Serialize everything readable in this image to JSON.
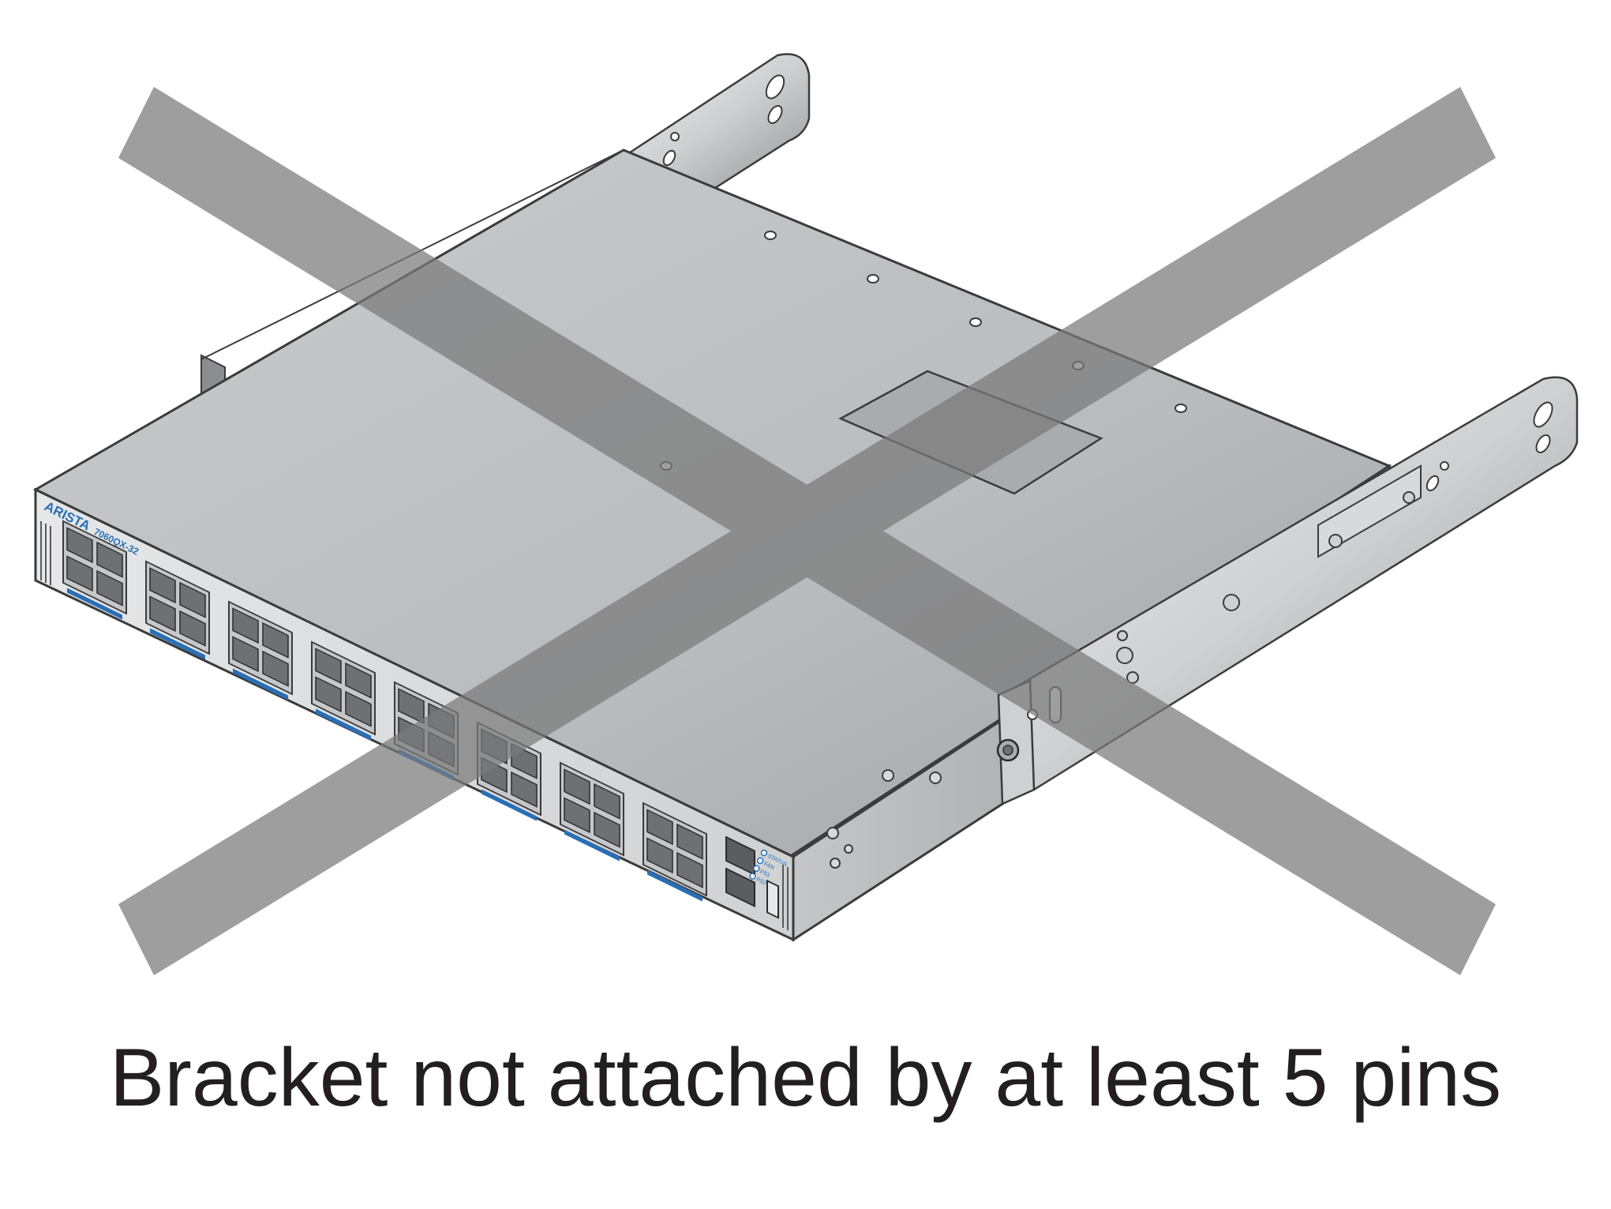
{
  "diagram": {
    "caption": "Bracket not attached by at least 5 pins",
    "front_panel": {
      "brand": "ARISTA",
      "model": "7060QX-32"
    },
    "status_leds": [
      "STATUS",
      "FAN",
      "PS1",
      "PS2"
    ],
    "prohibition_mark": {
      "shape": "x-cross",
      "color": "#7a7a7a"
    },
    "colors": {
      "chassis_top": "#bcbec0",
      "chassis_front": "#dcdde0",
      "port_label_blue": "#2a6fb5",
      "caption_text": "#231f20"
    }
  }
}
